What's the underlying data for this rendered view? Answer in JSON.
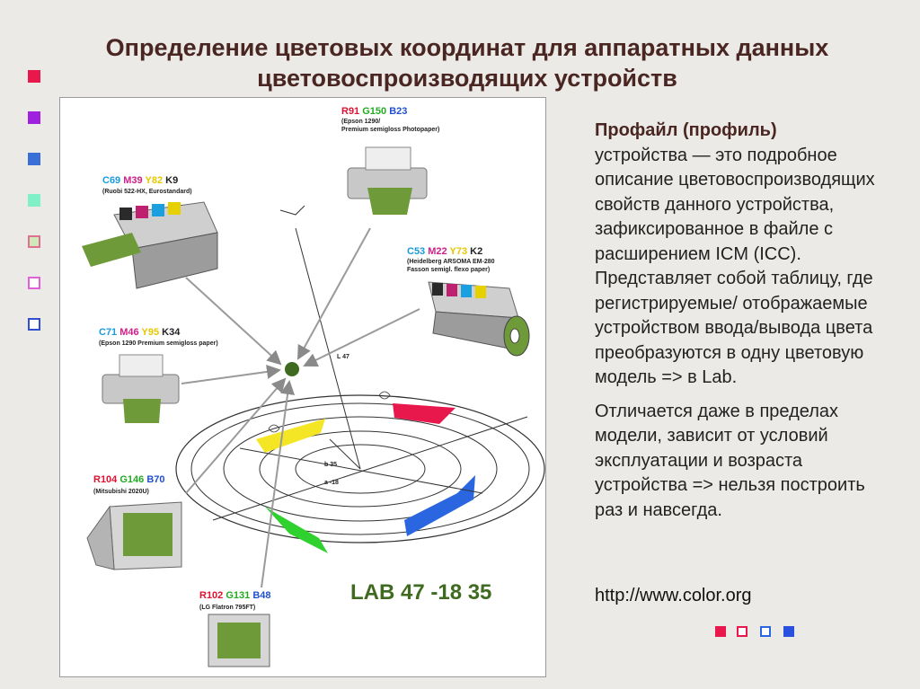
{
  "title": {
    "line1": "Определение цветовых координат для аппаратных данных",
    "line2": "цветовоспроизводящих устройств"
  },
  "colors": {
    "title": "#4a2622",
    "bullets": [
      "#e8174c",
      "#a020e0",
      "#3a6fd8",
      "#7ff0c8",
      "#b0e898",
      "#e060d8",
      "#3050d0"
    ]
  },
  "text": {
    "para1_lead": "Профайл (профиль)",
    "para1_rest": "устройства — это подробное описание цветовоспроизводящих свойств данного устройства, зафиксированное в файле с расширением ICM (ICC). Представляет собой таблицу, где регистрируемые/ отображаемые устройством ввода/вывода цвета преобразуются в одну цветовую модель => в Lab.",
    "para2": "Отличается даже в пределах модели, зависит от условий эксплуатации и возраста устройства => нельзя построить раз и навсегда.",
    "url": "http://www.color.org"
  },
  "figure": {
    "printer_top": {
      "r": "R91",
      "g": "G150",
      "b": "B23",
      "desc1": "(Epson 1290/",
      "desc2": "Premium semigloss Photopaper)"
    },
    "press_left": {
      "c": "C69",
      "m": "M39",
      "y": "Y82",
      "k": "K9",
      "desc": "(Ruobi 522-HX, Eurostandard)"
    },
    "press_right": {
      "c": "C53",
      "m": "M22",
      "y": "Y73",
      "k": "K2",
      "desc1": "(Heidelberg ARSOMA EM-280",
      "desc2": "Fasson semigl. flexo paper)"
    },
    "printer_left": {
      "c": "C71",
      "m": "M46",
      "y": "Y95",
      "k": "K34",
      "desc": "(Epson 1290 Premium semigloss paper)"
    },
    "monitor_left": {
      "r": "R104",
      "g": "G146",
      "b": "B70",
      "desc": "(Mitsubishi 2020U)"
    },
    "monitor_bottom": {
      "r": "R102",
      "g": "G131",
      "b": "B48",
      "desc": "(LG Flatron 795FT)"
    },
    "axis_l": "L 47",
    "axis_b": "b 35",
    "axis_a": "a -18",
    "lab_value": "LAB 47 -18 35"
  }
}
